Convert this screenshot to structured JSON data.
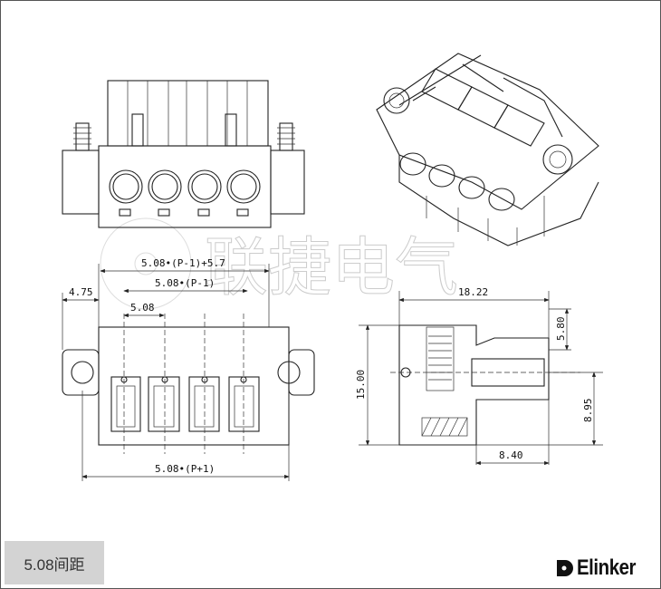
{
  "watermark": "联捷电气",
  "dimensions": {
    "overall": "5.08•(P-1)+5.7",
    "pitch_span": "5.08•(P-1)",
    "flange": "4.75",
    "pitch": "5.08",
    "total_width": "5.08•(P+1)",
    "depth": "18.22",
    "top_offset": "5.80",
    "height": "15.00",
    "lower_height": "8.95",
    "bottom_depth": "8.40"
  },
  "footer": {
    "label": "5.08间距",
    "brand": "Elinker"
  }
}
